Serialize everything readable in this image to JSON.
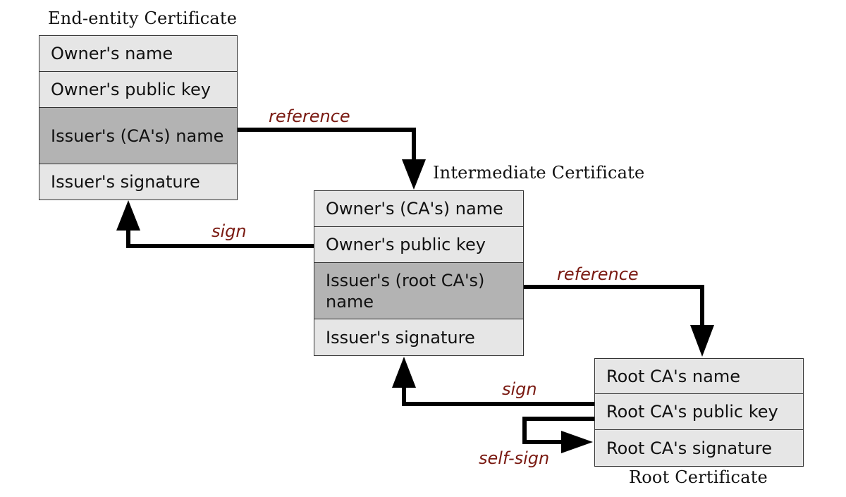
{
  "end_entity": {
    "title": "End-entity Certificate",
    "fields": [
      "Owner's name",
      "Owner's public key",
      "Issuer's (CA's) name",
      "Issuer's signature"
    ]
  },
  "intermediate": {
    "title": "Intermediate Certificate",
    "fields": [
      "Owner's (CA's) name",
      "Owner's public key",
      "Issuer's (root CA's) name",
      "Issuer's signature"
    ]
  },
  "root": {
    "title": "Root Certificate",
    "fields": [
      "Root CA's name",
      "Root CA's public key",
      "Root CA's signature"
    ]
  },
  "labels": {
    "reference_1": "reference",
    "sign_1": "sign",
    "reference_2": "reference",
    "sign_2": "sign",
    "self_sign": "self-sign"
  },
  "colors": {
    "field_bg": "#e6e6e6",
    "issuer_bg": "#b3b3b3",
    "label": "#7a1a12",
    "arrow": "#000000"
  }
}
